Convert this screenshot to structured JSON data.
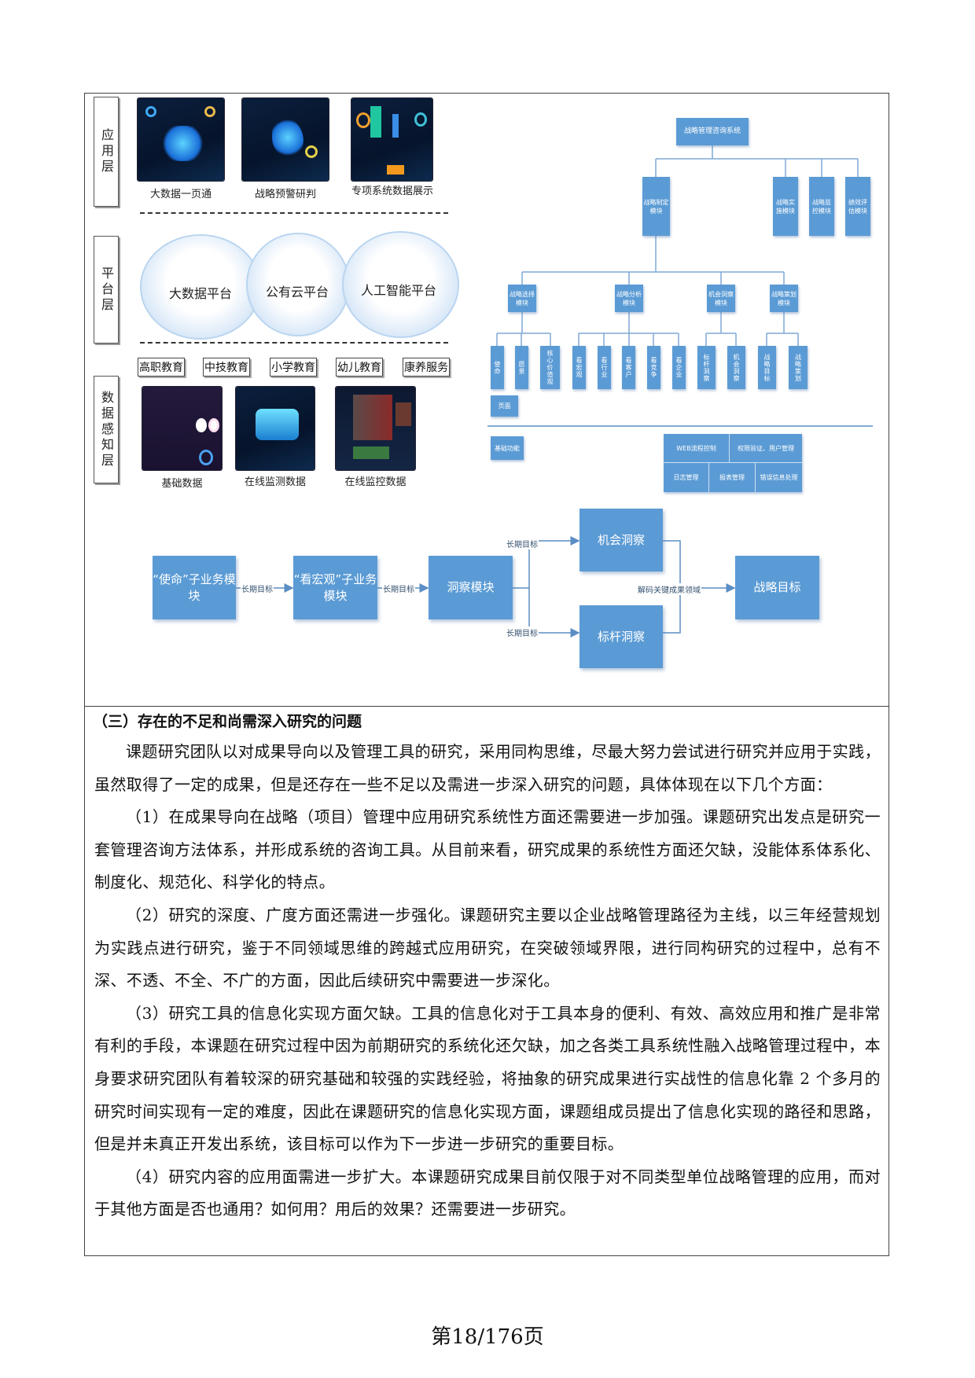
{
  "left_diagram": {
    "layers": [
      "应用层",
      "平台层",
      "数据感知层"
    ],
    "app_screens": [
      "大数据一页通",
      "战略预警研判",
      "专项系统数据展示"
    ],
    "platforms": [
      "大数据平台",
      "公有云平台",
      "人工智能平台"
    ],
    "sectors": [
      "高职教育",
      "中技教育",
      "小学教育",
      "幼儿教育",
      "康养服务"
    ],
    "data_screens": [
      "基础数据",
      "在线监测数据",
      "在线监控数据"
    ]
  },
  "org_chart": {
    "root": "战略管理咨询系统",
    "level2": [
      "战略制定模块",
      "战略实施模块",
      "战略监控模块",
      "绩效评估模块"
    ],
    "level3": [
      "战略选择模块",
      "战略分析模块",
      "机会洞察模块",
      "战略策划模块"
    ],
    "leaves": [
      "使命",
      "愿景",
      "核心价值观",
      "看宏观",
      "看行业",
      "看客户",
      "看竞争",
      "看企业",
      "标杆洞察",
      "机会洞察",
      "战略目标",
      "战略策划"
    ],
    "page_box": "页面",
    "base_box": "基础功能",
    "base_functions": [
      "WEB流程控制",
      "权限验证、用户管理",
      "日志管理",
      "报表管理",
      "错误信息处理"
    ]
  },
  "flow": {
    "nodes": [
      "“使命”子业务模块",
      "“看宏观”子业务模块",
      "洞察模块",
      "机会洞察",
      "标杆洞察",
      "战略目标"
    ],
    "edge_label": "长期目标",
    "decode_label": "解码关键成果领域",
    "color": "#5b9bd5"
  },
  "section": {
    "heading": "（三）存在的不足和尚需深入研究的问题",
    "paragraphs": [
      "课题研究团队以对成果导向以及管理工具的研究，采用同构思维，尽最大努力尝试进行研究并应用于实践，虽然取得了一定的成果，但是还存在一些不足以及需进一步深入研究的问题，具体体现在以下几个方面：",
      "（1）在成果导向在战略（项目）管理中应用研究系统性方面还需要进一步加强。课题研究出发点是研究一套管理咨询方法体系，并形成系统的咨询工具。从目前来看，研究成果的系统性方面还欠缺，没能体系体系化、制度化、规范化、科学化的特点。",
      "（2）研究的深度、广度方面还需进一步强化。课题研究主要以企业战略管理路径为主线，以三年经营规划为实践点进行研究，鉴于不同领域思维的跨越式应用研究，在突破领域界限，进行同构研究的过程中，总有不深、不透、不全、不广的方面，因此后续研究中需要进一步深化。",
      "（3）研究工具的信息化实现方面欠缺。工具的信息化对于工具本身的便利、有效、高效应用和推广是非常有利的手段，本课题在研究过程中因为前期研究的系统化还欠缺，加之各类工具系统性融入战略管理过程中，本身要求研究团队有着较深的研究基础和较强的实践经验，将抽象的研究成果进行实战性的信息化靠 2 个多月的研究时间实现有一定的难度，因此在课题研究的信息化实现方面，课题组成员提出了信息化实现的路径和思路，但是并未真正开发出系统，该目标可以作为下一步进一步研究的重要目标。",
      "（4）研究内容的应用面需进一步扩大。本课题研究成果目前仅限于对不同类型单位战略管理的应用，而对于其他方面是否也通用？如何用？用后的效果？还需要进一步研究。"
    ]
  },
  "footer": {
    "page": "第18/176页"
  }
}
